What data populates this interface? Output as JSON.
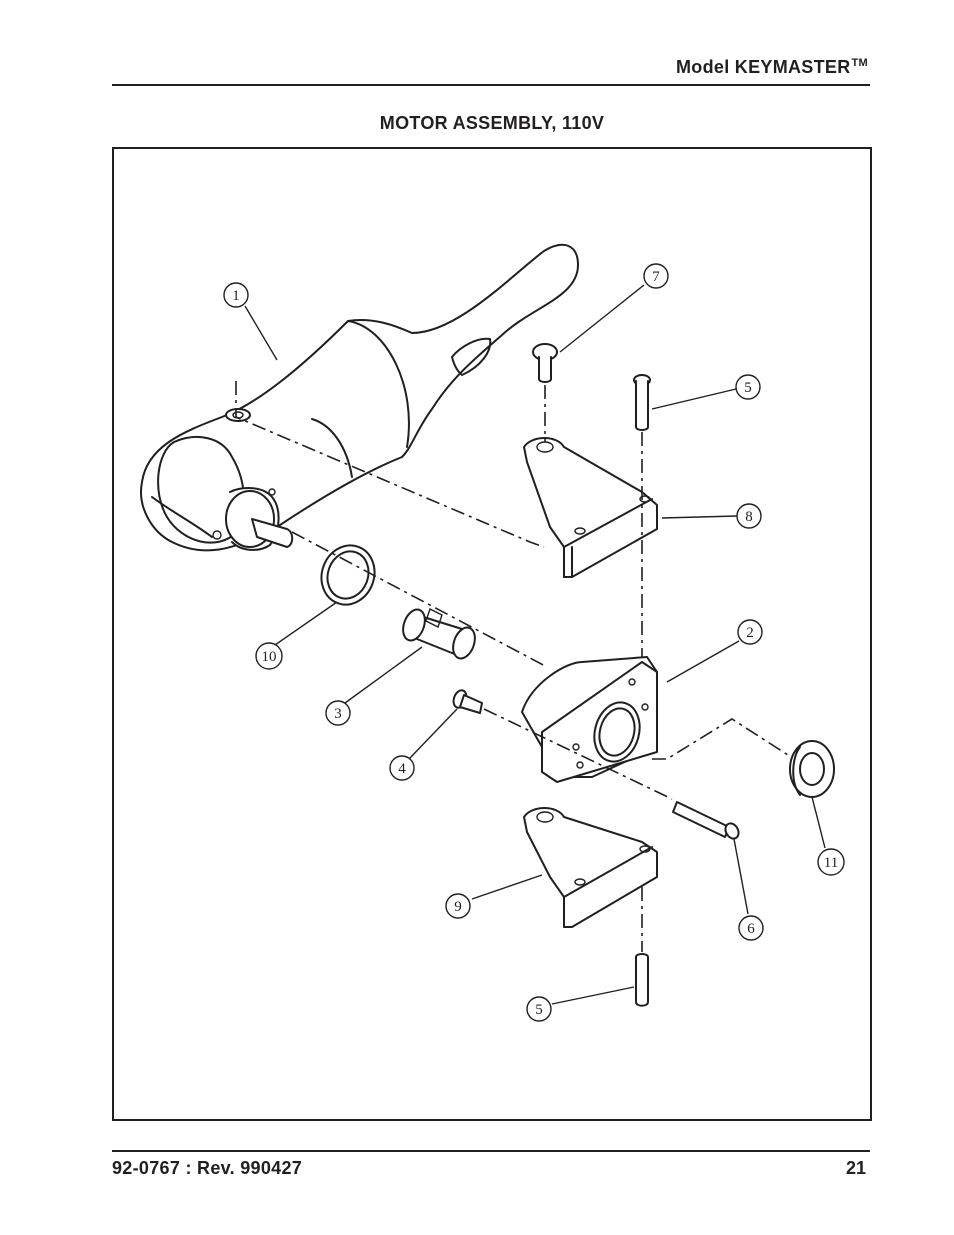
{
  "header": {
    "model_label": "Model  KEYMASTER",
    "trademark": "TM"
  },
  "figure": {
    "title": "MOTOR  ASSEMBLY,  110V",
    "callouts": [
      "1",
      "7",
      "5",
      "8",
      "2",
      "10",
      "3",
      "4",
      "11",
      "6",
      "9",
      "5"
    ]
  },
  "footer": {
    "doc_number": "92-0767 : Rev. 990427",
    "page_number": "21"
  }
}
